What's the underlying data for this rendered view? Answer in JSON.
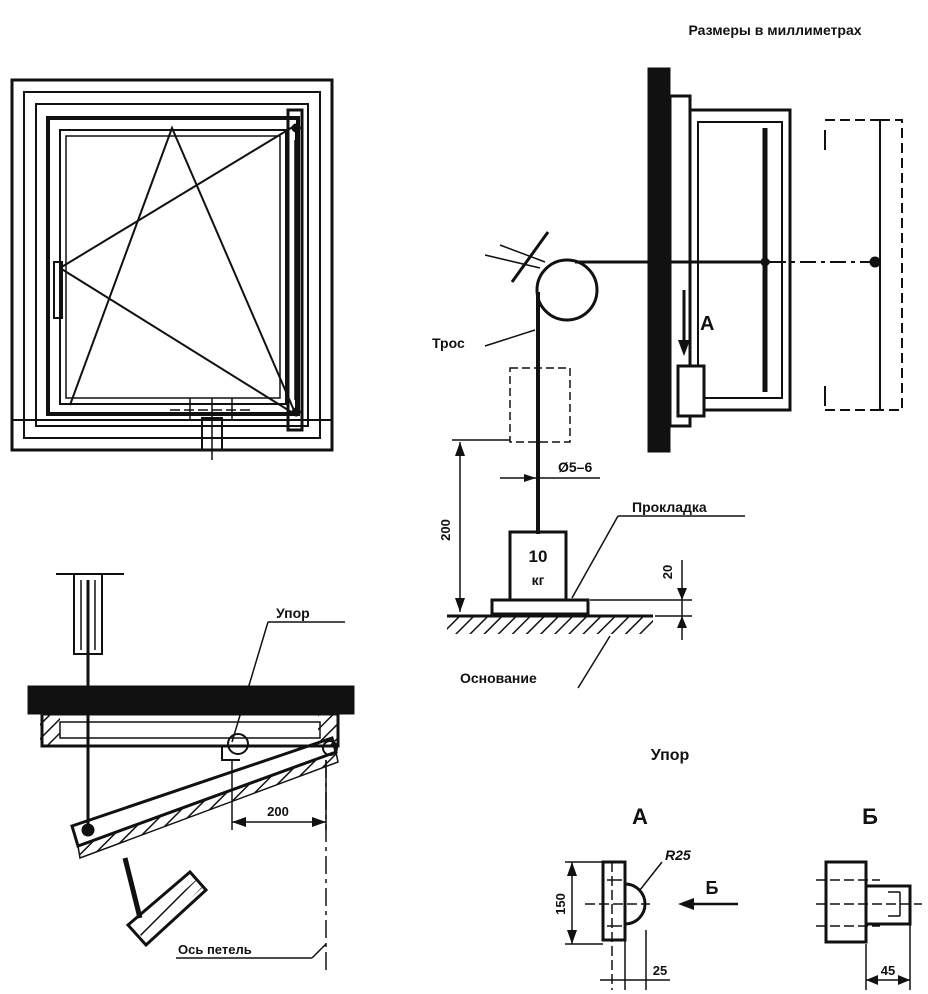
{
  "header": {
    "units_note": "Размеры в миллиметрах"
  },
  "labels": {
    "cable": "Трос",
    "weight_value": "10",
    "weight_unit": "кг",
    "diameter": "Ø5–6",
    "dim_200_vertical": "200",
    "dim_20": "20",
    "gasket": "Прокладка",
    "base": "Основание",
    "view_a_marker": "А",
    "stop_top": "Упор",
    "dim_200_horizontal": "200",
    "hinge_axis": "Ось петель"
  },
  "detail": {
    "title": "Упор",
    "view_a": "А",
    "view_b": "Б",
    "radius": "R25",
    "dim_150": "150",
    "dim_25": "25",
    "arrow_b": "Б",
    "dim_45": "45"
  },
  "colors": {
    "ink": "#111111",
    "paper": "#ffffff"
  }
}
